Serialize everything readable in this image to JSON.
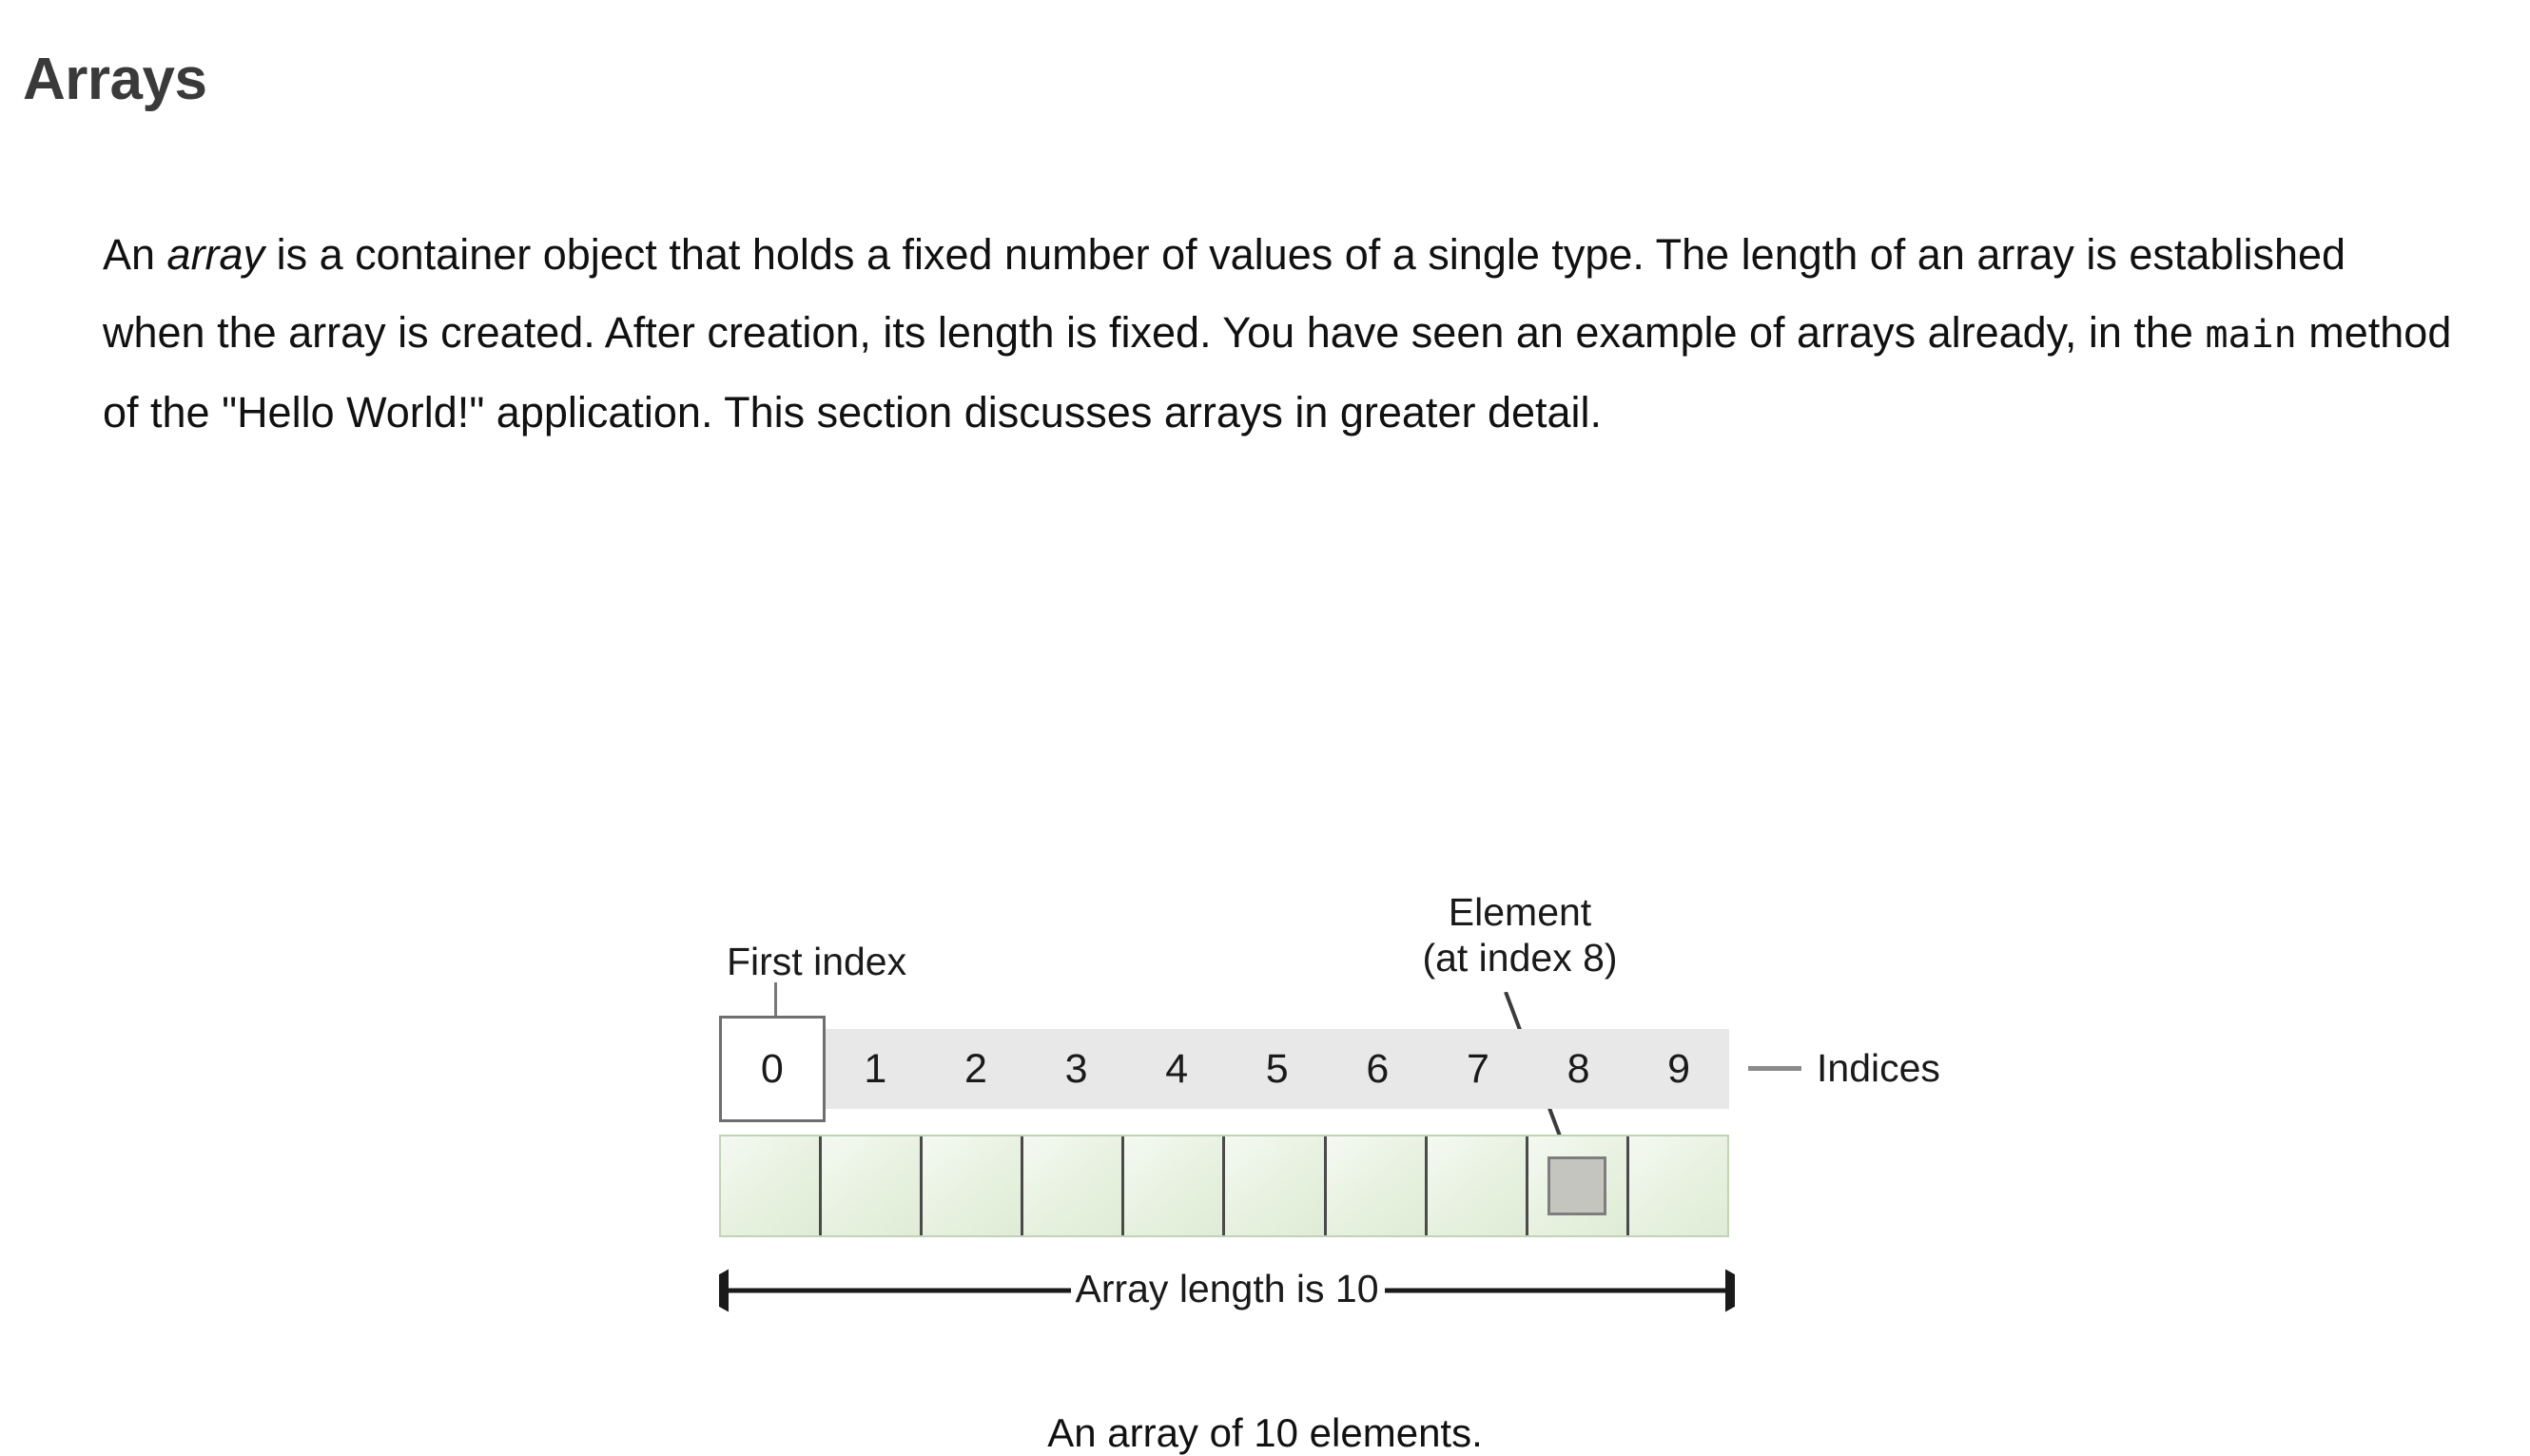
{
  "heading": {
    "title": "Arrays"
  },
  "paragraph": {
    "part1": "An ",
    "emphasis": "array",
    "part2": " is a container object that holds a fixed number of values of a single type. The length of an array is established when the array is created. After creation, its length is fixed. You have seen an example of arrays already, in the ",
    "code": "main",
    "part3": " method of the \"Hello World!\" application. This section discusses arrays in greater detail."
  },
  "figure": {
    "labels": {
      "first_index": "First index",
      "element_line1": "Element",
      "element_line2": "(at index 8)",
      "indices": "Indices",
      "array_length": "Array length is 10"
    },
    "indices": [
      "0",
      "1",
      "2",
      "3",
      "4",
      "5",
      "6",
      "7",
      "8",
      "9"
    ],
    "highlighted_index": 0,
    "element_index": 8,
    "cell_count": 10,
    "caption": "An array of 10 elements."
  },
  "colors": {
    "heading": "#3a3a3a",
    "indices_band": "#e8e8e8",
    "cell_green_light": "#f4f9f1",
    "cell_green_dark": "#dce9d4",
    "cell_divider": "#4a4a4a",
    "element_box_fill": "#c5c5c0",
    "element_box_border": "#7e7e7e",
    "first_index_border": "#6e6e6e",
    "leader_line": "#777777"
  }
}
